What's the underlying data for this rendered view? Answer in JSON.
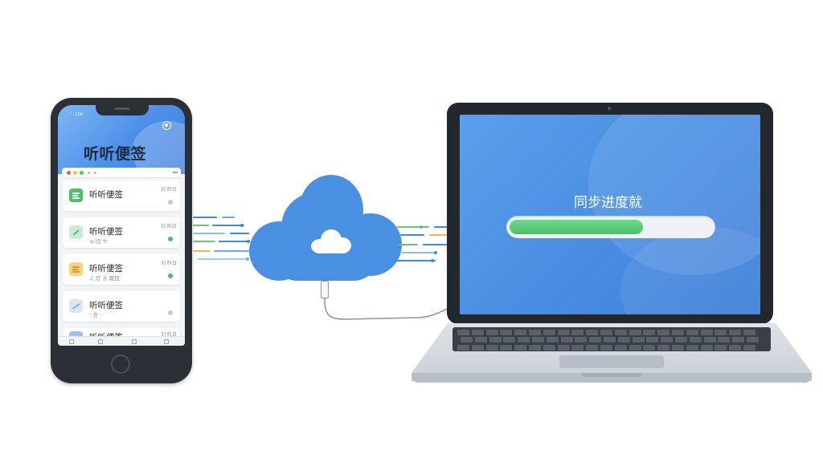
{
  "phone": {
    "status_text": "ᐩ ᐧ Lte",
    "app_title": "听听便签",
    "notes": [
      {
        "title": "听听便签",
        "subtitle": "",
        "time": "刘 昨日",
        "icon_color": "#4cc069",
        "check_color": "#c7ccd2",
        "icon_name": "note-list-icon"
      },
      {
        "title": "听听便签",
        "subtitle": "ఌ 旧 ヤ",
        "time": "刘 昨日",
        "icon_color": "#63c477",
        "check_color": "#4cc069",
        "icon_name": "leaf-icon"
      },
      {
        "title": "听听便签",
        "subtitle": "♫ 灯 爿 眠匝",
        "time": "刘 昨日",
        "icon_color": "#f3b94a",
        "check_color": "#4cc069",
        "icon_name": "memo-icon"
      },
      {
        "title": "听听便签",
        "subtitle": "ᐩ 宫 ᐧ",
        "time": "",
        "icon_color": "#aac2e4",
        "check_color": "#c7ccd2",
        "icon_name": "link-icon"
      },
      {
        "title": "听听便签",
        "subtitle": "",
        "time": "刘 昨日",
        "icon_color": "#6fa3ea",
        "check_color": "#c7ccd2",
        "icon_name": "album-icon"
      }
    ]
  },
  "laptop": {
    "sync_label": "同步进度就",
    "progress_fraction": 0.66
  },
  "colors": {
    "cloud": "#4a90e2",
    "progress_fill": "#4cc069",
    "screen": "#4a8ee3"
  }
}
